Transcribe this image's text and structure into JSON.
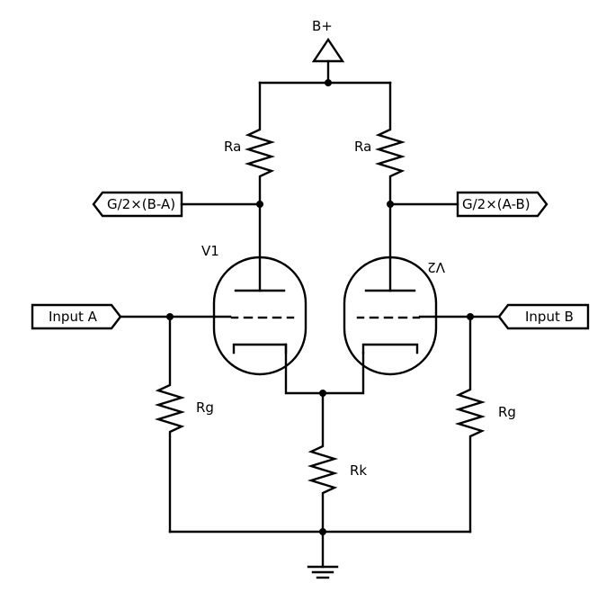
{
  "supply": {
    "label": "B+"
  },
  "resistors": {
    "ra_left": "Ra",
    "ra_right": "Ra",
    "rg_left": "Rg",
    "rg_right": "Rg",
    "rk": "Rk"
  },
  "tubes": {
    "v1": "V1",
    "v2": "V2"
  },
  "outputs": {
    "left": "G/2×(B-A)",
    "right": "G/2×(A-B)"
  },
  "inputs": {
    "a": "Input A",
    "b": "Input B"
  }
}
